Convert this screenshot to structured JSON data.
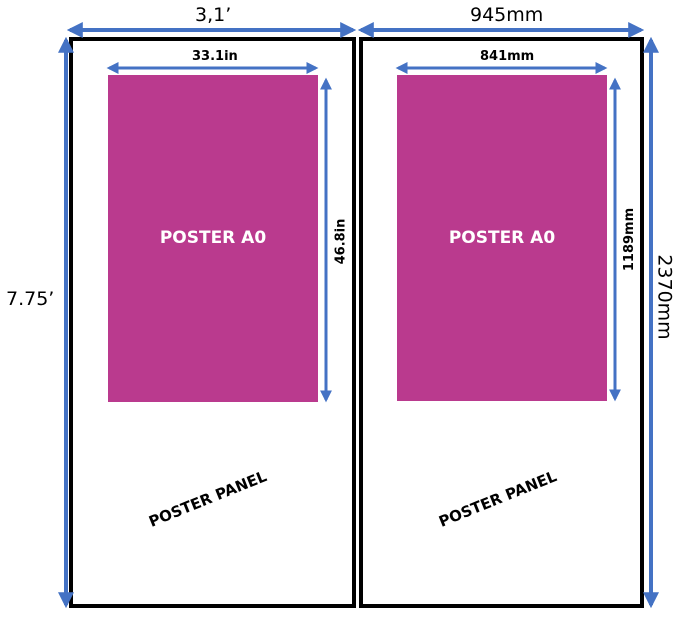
{
  "colors": {
    "arrow": "#4472C4",
    "poster": "#BA3A8E",
    "panel_border": "#000000",
    "poster_text": "#FFFFFF"
  },
  "left_panel": {
    "width_label": "3,1’",
    "height_label": "7.75’",
    "poster_width_label": "33.1in",
    "poster_height_label": "46.8in",
    "poster_title": "POSTER A0",
    "panel_label": "POSTER PANEL"
  },
  "right_panel": {
    "width_label": "945mm",
    "height_label": "2370mm",
    "poster_width_label": "841mm",
    "poster_height_label": "1189mm",
    "poster_title": "POSTER A0",
    "panel_label": "POSTER PANEL"
  }
}
